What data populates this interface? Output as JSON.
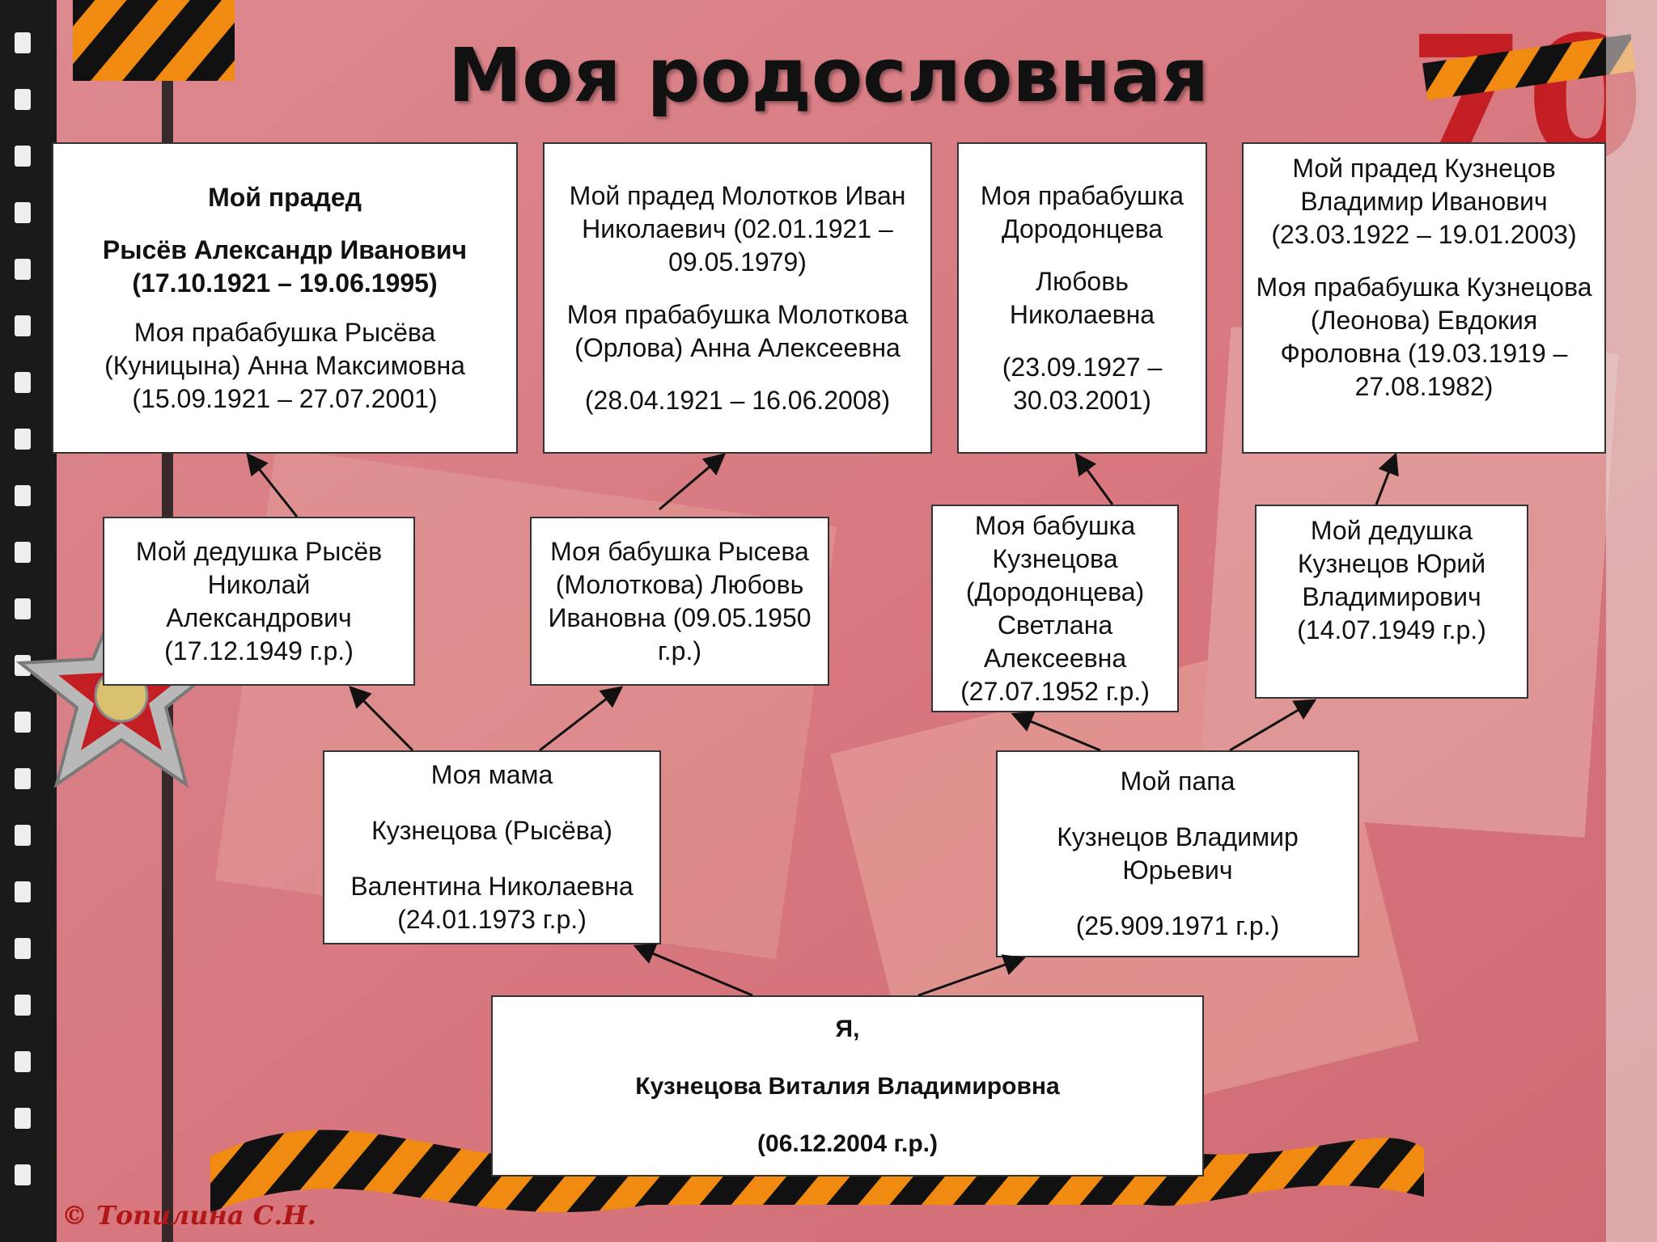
{
  "title": "Моя родословная",
  "copyright": "© Топилина С.Н.",
  "medal": {
    "text": "70"
  },
  "nodes": {
    "ggf_rysev": {
      "line1": "Мой прадед",
      "line2": "Рысёв Александр Иванович (17.10.1921 – 19.06.1995)",
      "line3": "Моя прабабушка Рысёва (Куницына) Анна Максимовна (15.09.1921 – 27.07.2001)"
    },
    "ggf_molotkov": {
      "line1": "Мой прадед Молотков Иван Николаевич (02.01.1921 – 09.05.1979)",
      "line2": "Моя прабабушка Молоткова (Орлова) Анна Алексеевна",
      "line3": "(28.04.1921 – 16.06.2008)"
    },
    "ggm_dorodontseva": {
      "line1": "Моя прабабушка Дородонцева",
      "line2": "Любовь Николаевна",
      "line3": "(23.09.1927 – 30.03.2001)"
    },
    "ggf_kuznetsov": {
      "line1": "Мой прадед Кузнецов Владимир Иванович (23.03.1922 – 19.01.2003)",
      "line2": "Моя прабабушка Кузнецова (Леонова) Евдокия Фроловна (19.03.1919 – 27.08.1982)"
    },
    "gf_rysev": {
      "text": "Мой дедушка Рысёв Николай Александрович (17.12.1949 г.р.)"
    },
    "gm_ryseva": {
      "text": "Моя бабушка Рысева (Молоткова) Любовь Ивановна (09.05.1950 г.р.)"
    },
    "gm_kuznetsova": {
      "text": "Моя бабушка Кузнецова (Дородонцева) Светлана Алексеевна (27.07.1952 г.р.)"
    },
    "gf_kuznetsov": {
      "text": "Мой дедушка Кузнецов Юрий Владимирович (14.07.1949 г.р.)"
    },
    "mother": {
      "line1": "Моя мама",
      "line2": "Кузнецова (Рысёва)",
      "line3": "Валентина Николаевна (24.01.1973 г.р.)"
    },
    "father": {
      "line1": "Мой папа",
      "line2": "Кузнецов Владимир Юрьевич",
      "line3": "(25.909.1971 г.р.)"
    },
    "me": {
      "line1": "Я,",
      "line2": "Кузнецова Виталия Владимировна",
      "line3": "(06.12.2004 г.р.)"
    }
  },
  "colors": {
    "background": "#d67d84",
    "frame": "#1a1a1a",
    "ribbon_orange": "#f08a10",
    "accent_red": "#c41e25"
  }
}
